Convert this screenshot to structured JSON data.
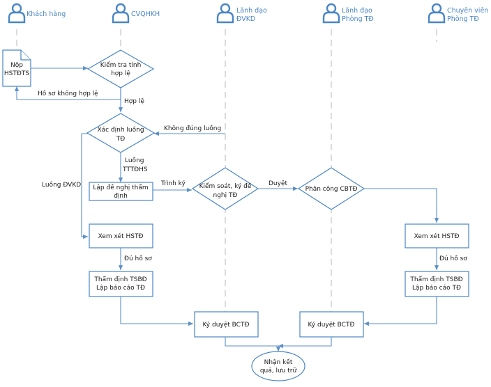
{
  "actors": [
    {
      "id": "khach-hang",
      "lines": [
        "Khách hàng"
      ]
    },
    {
      "id": "cvqhkh",
      "lines": [
        "CVQHKH"
      ]
    },
    {
      "id": "lanh-dao-dvkd",
      "lines": [
        "Lãnh đạo",
        "ĐVKD"
      ]
    },
    {
      "id": "lanh-dao-phong-td",
      "lines": [
        "Lãnh đạo",
        "Phòng TĐ"
      ]
    },
    {
      "id": "chuyen-vien-phong-td",
      "lines": [
        "Chuyên viên",
        "Phòng TĐ"
      ]
    }
  ],
  "nodes": {
    "nop_hs": [
      "Nộp",
      "HSTĐTS"
    ],
    "kiem_tra": [
      "Kiểm tra tính",
      "hợp lệ"
    ],
    "xac_dinh": [
      "Xác định luồng",
      "TĐ"
    ],
    "lap_de_nghi": [
      "Lập đề nghị thẩm",
      "định"
    ],
    "kiem_soat": [
      "Kiểm soát, ký đề",
      "nghị TĐ"
    ],
    "phan_cong": [
      "Phân công CBTĐ"
    ],
    "xem_xet_left": [
      "Xem xét HSTĐ"
    ],
    "xem_xet_right": [
      "Xem xét HSTĐ"
    ],
    "tham_dinh_left": [
      "Thẩm định TSBĐ",
      "Lập báo cáo TĐ"
    ],
    "tham_dinh_right": [
      "Thẩm định TSBĐ",
      "Lập báo cáo TĐ"
    ],
    "ky_duyet_left": [
      "Ký duyệt BCTĐ"
    ],
    "ky_duyet_right": [
      "Ký duyệt BCTĐ"
    ],
    "nhan_ket_qua": [
      "Nhận kết",
      "quả, lưu trữ"
    ]
  },
  "edge_labels": {
    "ho_so_khong_hop_le": [
      "Hồ sơ không hợp lệ"
    ],
    "hop_le": [
      "Hợp lệ"
    ],
    "khong_dung_luong": [
      "Không đúng luồng"
    ],
    "luong_ttths": [
      "Luồng",
      "TTTĐHS"
    ],
    "luong_dvkd": [
      "Luồng ĐVKD"
    ],
    "trinh_ky": [
      "Trình ký"
    ],
    "duyet": [
      "Duyệt"
    ],
    "du_ho_so_left": [
      "Đủ hồ sơ"
    ],
    "du_ho_so_right": [
      "Đủ hồ sơ"
    ]
  }
}
